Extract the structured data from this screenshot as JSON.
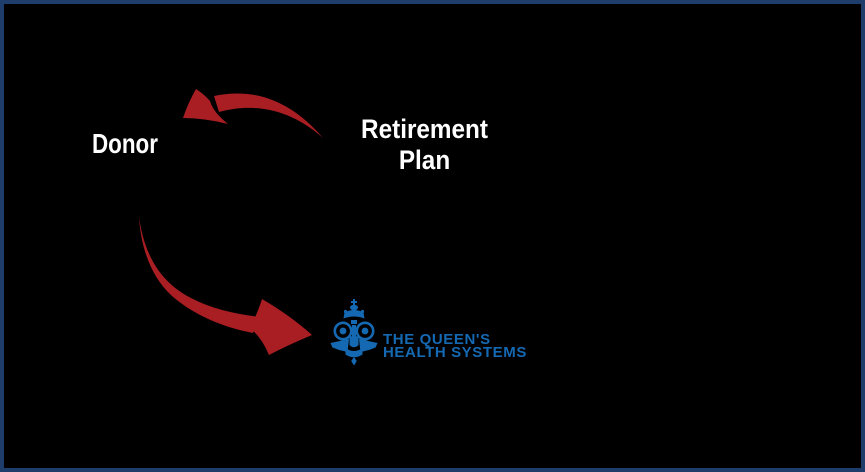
{
  "diagram": {
    "nodes": {
      "donor": {
        "label": "Donor"
      },
      "retirement_plan": {
        "line1": "Retirement",
        "line2": "Plan"
      }
    },
    "arrows": [
      {
        "id": "retirement-plan-to-donor",
        "description": "red swoosh arrow curving from Retirement Plan up-left to Donor"
      },
      {
        "id": "donor-to-queens-health-systems",
        "description": "red swoosh arrow curving from Donor down-right to The Queen's Health Systems logo"
      }
    ]
  },
  "logo": {
    "line1": "THE QUEEN'S",
    "line2": "HEALTH SYSTEMS",
    "crest": "queens-health-systems-crest-icon"
  },
  "colors": {
    "background": "#000000",
    "border_navy": "#1E3D6B",
    "arrow_red": "#A91E23",
    "logo_blue": "#1569B3",
    "text_white": "#FFFFFF"
  }
}
